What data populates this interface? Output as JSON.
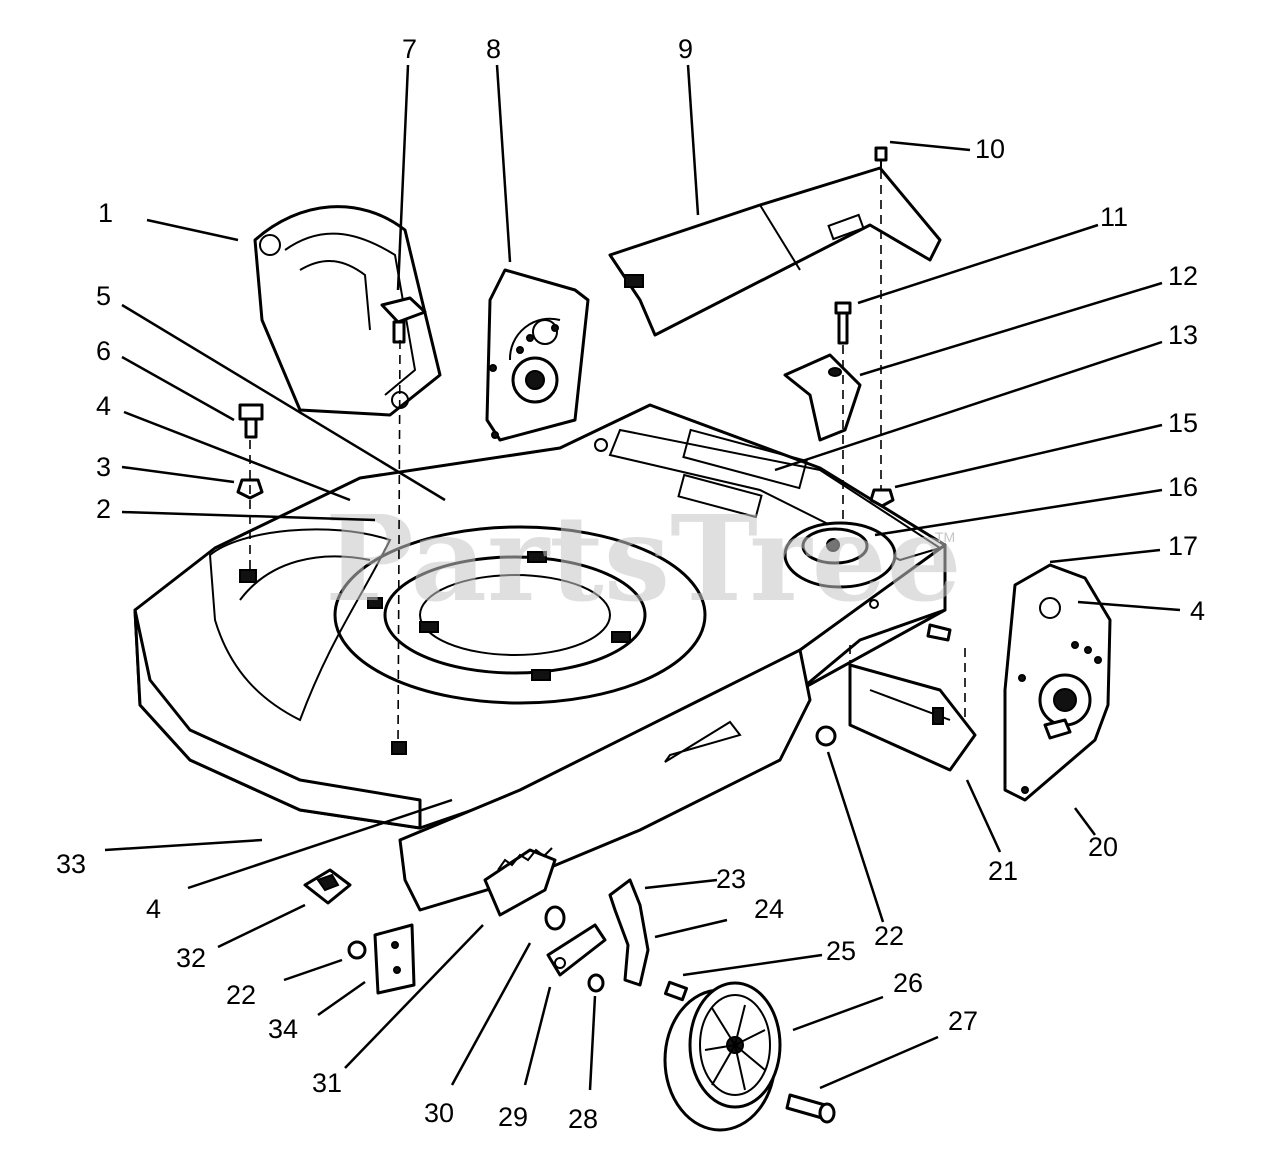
{
  "watermark": {
    "text": "PartsTree",
    "trademark": "TM"
  },
  "callouts": [
    {
      "id": "c1",
      "label": "1"
    },
    {
      "id": "c7",
      "label": "7"
    },
    {
      "id": "c8",
      "label": "8"
    },
    {
      "id": "c9",
      "label": "9"
    },
    {
      "id": "c10",
      "label": "10"
    },
    {
      "id": "c11",
      "label": "11"
    },
    {
      "id": "c12",
      "label": "12"
    },
    {
      "id": "c13",
      "label": "13"
    },
    {
      "id": "c5",
      "label": "5"
    },
    {
      "id": "c6",
      "label": "6"
    },
    {
      "id": "c4a",
      "label": "4"
    },
    {
      "id": "c3",
      "label": "3"
    },
    {
      "id": "c2",
      "label": "2"
    },
    {
      "id": "c15",
      "label": "15"
    },
    {
      "id": "c16",
      "label": "16"
    },
    {
      "id": "c17",
      "label": "17"
    },
    {
      "id": "c4b",
      "label": "4"
    },
    {
      "id": "c20",
      "label": "20"
    },
    {
      "id": "c21",
      "label": "21"
    },
    {
      "id": "c22a",
      "label": "22"
    },
    {
      "id": "c33",
      "label": "33"
    },
    {
      "id": "c4c",
      "label": "4"
    },
    {
      "id": "c32",
      "label": "32"
    },
    {
      "id": "c22b",
      "label": "22"
    },
    {
      "id": "c34",
      "label": "34"
    },
    {
      "id": "c31",
      "label": "31"
    },
    {
      "id": "c30",
      "label": "30"
    },
    {
      "id": "c29",
      "label": "29"
    },
    {
      "id": "c28",
      "label": "28"
    },
    {
      "id": "c23",
      "label": "23"
    },
    {
      "id": "c24",
      "label": "24"
    },
    {
      "id": "c25",
      "label": "25"
    },
    {
      "id": "c26",
      "label": "26"
    },
    {
      "id": "c27",
      "label": "27"
    }
  ]
}
